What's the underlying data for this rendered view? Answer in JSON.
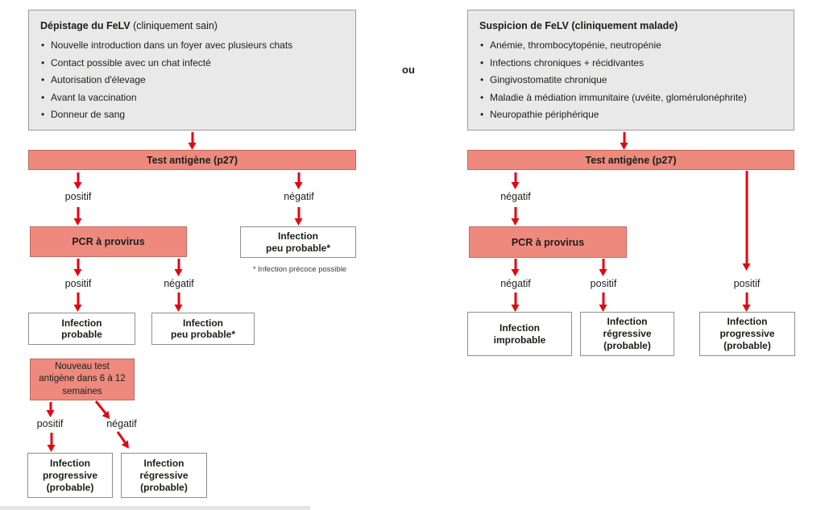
{
  "or_label": "ou",
  "colors": {
    "salmon": "#ee8a7d",
    "salmon_border": "#c2685e",
    "arrow_red": "#e30613",
    "panel_gray": "#e9e9e9",
    "panel_border": "#9c9c9c",
    "box_border": "#8e8e8e",
    "text": "#1d1d1b"
  },
  "left": {
    "panel": {
      "title_bold": "Dépistage du FeLV",
      "title_normal": " (cliniquement sain)",
      "bullets": [
        "Nouvelle introduction dans un foyer avec plusieurs chats",
        "Contact possible avec un chat infecté",
        "Autorisation d'élevage",
        "Avant la vaccination",
        "Donneur de sang"
      ]
    },
    "antigen_bar": "Test antigène (p27)",
    "pcr_box": "PCR à provirus",
    "labels": {
      "positif_1": "positif",
      "negatif_1": "négatif",
      "positif_2": "positif",
      "negatif_2": "négatif",
      "positif_3": "positif",
      "negatif_3": "négatif"
    },
    "boxes": {
      "unlikely_top": [
        "Infection",
        "peu probable*"
      ],
      "probable": [
        "Infection",
        "probable"
      ],
      "unlikely_2": [
        "Infection",
        "peu probable*"
      ],
      "retest": [
        "Nouveau test",
        "antigène dans 6 à 12",
        "semaines"
      ],
      "progressive": [
        "Infection",
        "progressive",
        "(probable)"
      ],
      "regressive": [
        "Infection",
        "régressive",
        "(probable)"
      ]
    },
    "footnote": "* Infection précoce possible"
  },
  "right": {
    "panel": {
      "title_bold": "Suspicion de FeLV (cliniquement malade)",
      "title_normal": "",
      "bullets": [
        "Anémie, thrombocytopénie, neutropénie",
        "Infections chroniques + récidivantes",
        "Gingivostomatite chronique",
        "Maladie à médiation immunitaire (uvéite, glomérulonéphrite)",
        "Neuropathie périphérique"
      ]
    },
    "antigen_bar": "Test antigène (p27)",
    "pcr_box": "PCR à provirus",
    "labels": {
      "negatif_1": "négatif",
      "negatif_2": "négatif",
      "positif_pcr": "positif",
      "positif_direct": "positif"
    },
    "boxes": {
      "improbable": [
        "Infection",
        "improbable"
      ],
      "regressive": [
        "Infection",
        "régressive",
        "(probable)"
      ],
      "progressive": [
        "Infection",
        "progressive",
        "(probable)"
      ]
    }
  }
}
